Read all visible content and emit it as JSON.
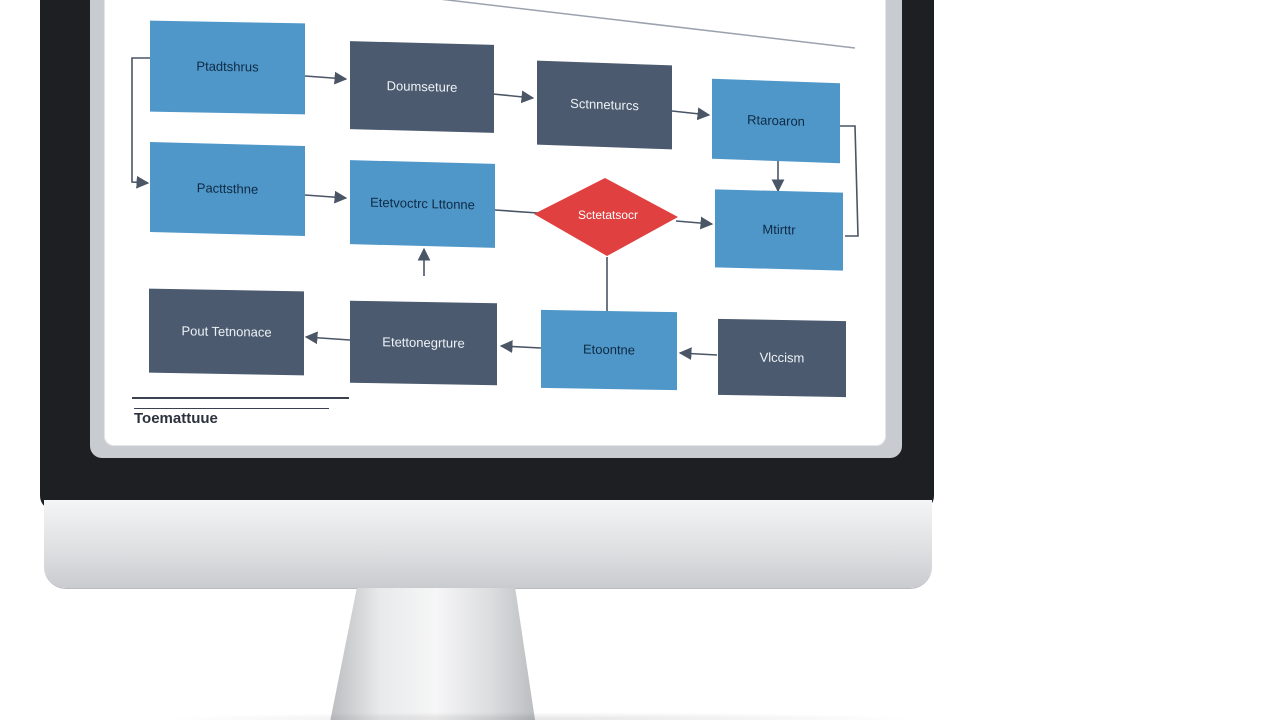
{
  "diagram": {
    "nodes": {
      "n1": {
        "label": "Ptadtshrus"
      },
      "n2": {
        "label": "Doumseture"
      },
      "n3": {
        "label": "Sctnneturcs"
      },
      "n4": {
        "label": "Rtaroaron"
      },
      "n5": {
        "label": "Pacttsthne"
      },
      "n6": {
        "label": "Etetvoctrc Lttonne"
      },
      "n7": {
        "label": "Mtirttr"
      },
      "n8": {
        "label": "Pout Tetnonace"
      },
      "n9": {
        "label": "Etettonegrture"
      },
      "n10": {
        "label": "Etoontne"
      },
      "n11": {
        "label": "Vlccism"
      },
      "decision": {
        "label": "Sctetatsocr"
      }
    },
    "footer": {
      "label": "Toemattuue"
    }
  },
  "colors": {
    "light_box": "#4f97c9",
    "dark_box": "#4b5a6e",
    "decision": "#e0403f",
    "connector": "#4a5566",
    "bezel": "#1d1f22"
  }
}
